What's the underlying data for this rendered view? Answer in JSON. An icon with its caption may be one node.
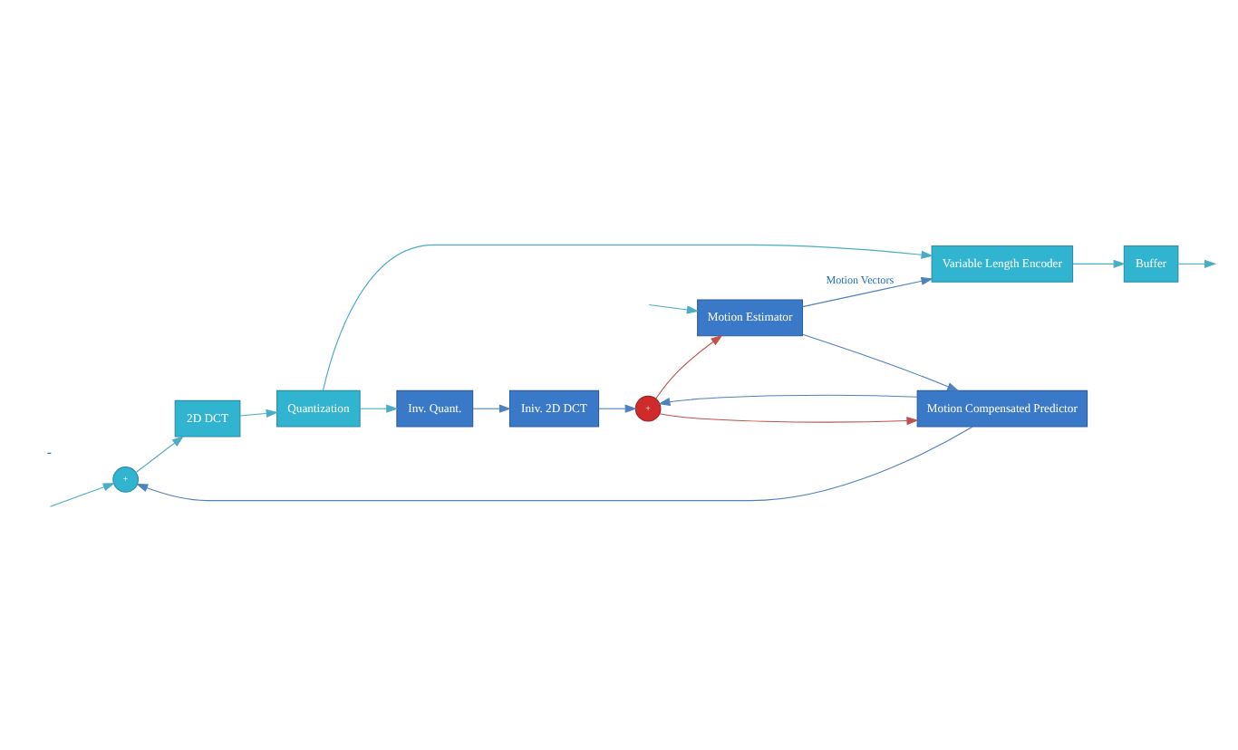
{
  "diagram": {
    "nodes": [
      {
        "text": [
          "+"
        ]
      },
      {
        "text": [
          "2D DCT"
        ]
      },
      {
        "text": [
          "Quantization"
        ]
      },
      {
        "text": [
          "Variable Length Encoder"
        ]
      },
      {
        "text": [
          "Buffer"
        ]
      },
      {
        "text": [
          "Inv. Quant."
        ]
      },
      {
        "text": [
          "Iniv. 2D DCT"
        ]
      },
      {
        "text": [
          "+"
        ]
      },
      {
        "text": [
          "Motion Compensated Predictor"
        ]
      },
      {
        "text": [
          "Motion Estimator"
        ]
      }
    ],
    "edges": [
      {
        "from": null,
        "to": 0,
        "arrow": "to"
      },
      {
        "from": 0,
        "to": 1,
        "arrow": "to"
      },
      {
        "from": 1,
        "to": 2,
        "arrow": "to"
      },
      {
        "from": 2,
        "to": 3,
        "arrow": "to"
      },
      {
        "from": 3,
        "to": 4,
        "arrow": "to"
      },
      {
        "from": 4,
        "to": null,
        "arrow": "to"
      },
      {
        "from": 2,
        "to": 5,
        "arrow": "to"
      },
      {
        "from": 5,
        "to": 6,
        "arrow": "to",
        "color": "#4f81bd"
      },
      {
        "from": 6,
        "to": 7,
        "arrow": "to",
        "color": "#4f81bd"
      },
      {
        "from": 8,
        "to": 0,
        "arrow": "to",
        "color": "#4f81bd"
      },
      {
        "from": 8,
        "to": 7,
        "arrow": "to",
        "color": "#4f81bd"
      },
      {
        "from": 7,
        "to": 8,
        "arrow": "to",
        "color": "#c0504d"
      },
      {
        "from": 7,
        "to": 9,
        "arrow": "to",
        "color": "#c0504d"
      },
      {
        "from": null,
        "to": 9,
        "arrow": "to"
      },
      {
        "from": 9,
        "to": 8,
        "arrow": "to",
        "color": "#4f81bd"
      },
      {
        "from": 9,
        "to": 3,
        "arrow": "to",
        "color": "#4f81bd",
        "label": "Motion Vectors"
      }
    ],
    "labels": [
      "-"
    ]
  }
}
